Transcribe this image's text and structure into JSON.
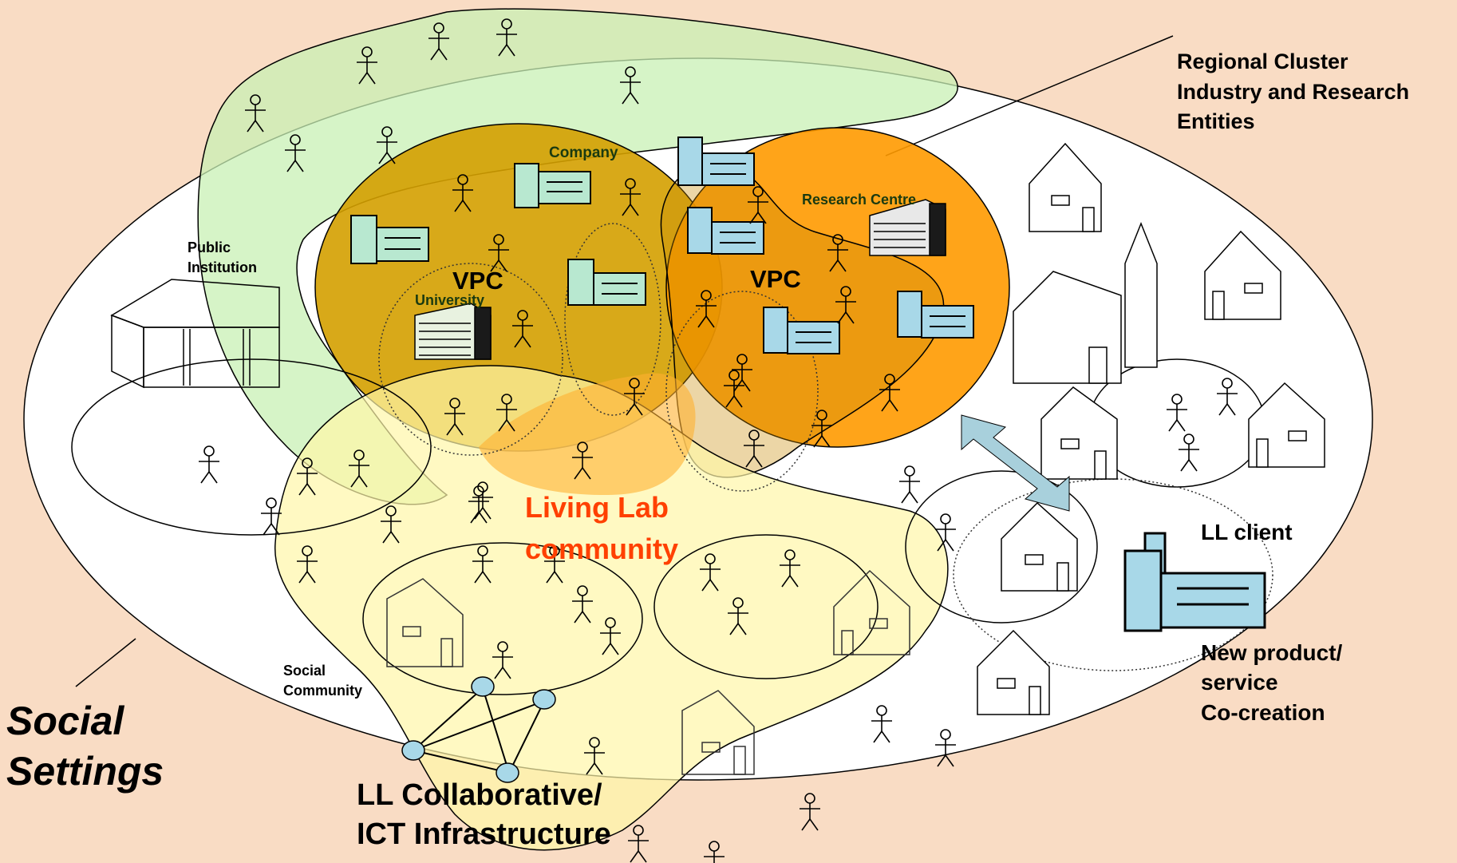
{
  "background_color": "#f9dcc4",
  "colors": {
    "social_setting": "#ffffff",
    "regional_cluster_green": "#c8f0b4",
    "company_cluster": "#d4a000",
    "research_cluster": "#ff9a00",
    "living_lab": "#fff7a8",
    "arrow": "#a8d0dc",
    "building_accent": "#b8e8d0"
  },
  "labels": {
    "regional_cluster": [
      "Regional Cluster",
      "Industry and Research",
      "Entities"
    ],
    "company": "Company",
    "research_centre": "Research Centre",
    "public_institution": [
      "Public",
      "Institution"
    ],
    "university": "University",
    "vpc_left": "VPC",
    "vpc_right": "VPC",
    "living_lab": [
      "Living Lab",
      "community"
    ],
    "ll_client": "LL client",
    "co_creation": [
      "New product/",
      "service",
      "Co-creation"
    ],
    "social_community": [
      "Social",
      "Community"
    ],
    "social_settings": [
      "Social",
      "Settings"
    ],
    "ll_infrastructure": [
      "LL Collaborative/",
      "ICT Infrastructure"
    ]
  },
  "icons": [
    "person-icon",
    "house-icon",
    "church-icon",
    "company-building-icon",
    "university-icon",
    "research-centre-icon",
    "public-institution-icon",
    "network-node-icon"
  ]
}
